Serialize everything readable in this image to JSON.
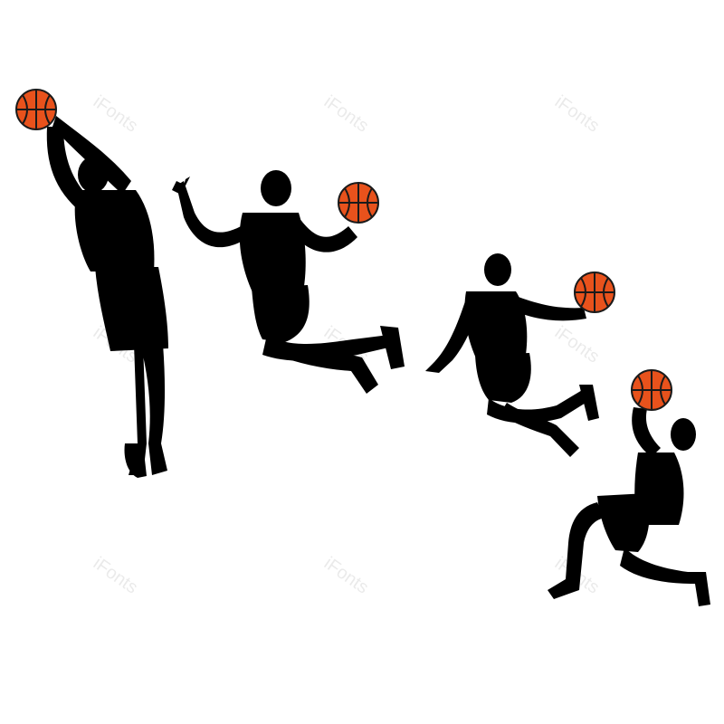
{
  "watermark": {
    "text": "iFonts"
  },
  "colors": {
    "background": "#ffffff",
    "silhouette": "#000000",
    "ball": "#e8521c",
    "ball_seams": "#1a1a1a"
  },
  "figures": [
    {
      "name": "player-reaching-up"
    },
    {
      "name": "player-dunking-midair"
    },
    {
      "name": "player-driving-layup"
    },
    {
      "name": "player-kneeling-shot"
    }
  ]
}
